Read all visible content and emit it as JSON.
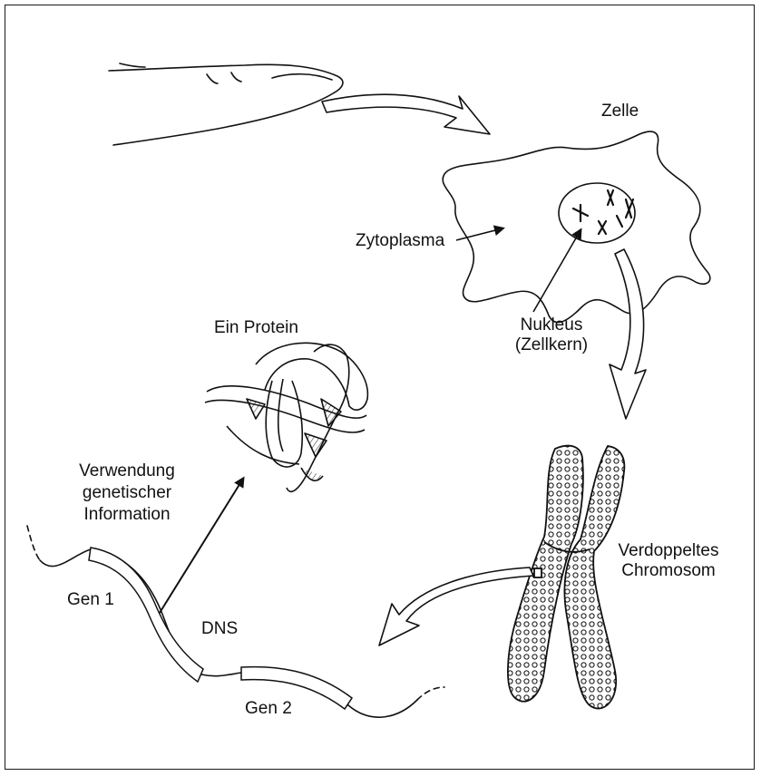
{
  "labels": {
    "zelle": "Zelle",
    "zytoplasma": "Zytoplasma",
    "nukleus_line1": "Nukleus",
    "nukleus_line2": "(Zellkern)",
    "ein_protein": "Ein  Protein",
    "verwendung_line1": "Verwendung",
    "verwendung_line2": "genetischer",
    "verwendung_line3": "Information",
    "verdoppeltes_line1": "Verdoppeltes",
    "verdoppeltes_line2": "Chromosom",
    "gen1": "Gen 1",
    "dns": "DNS",
    "gen2": "Gen 2"
  },
  "colors": {
    "ink": "#111111",
    "border": "#1a1a1a",
    "background": "#ffffff"
  }
}
